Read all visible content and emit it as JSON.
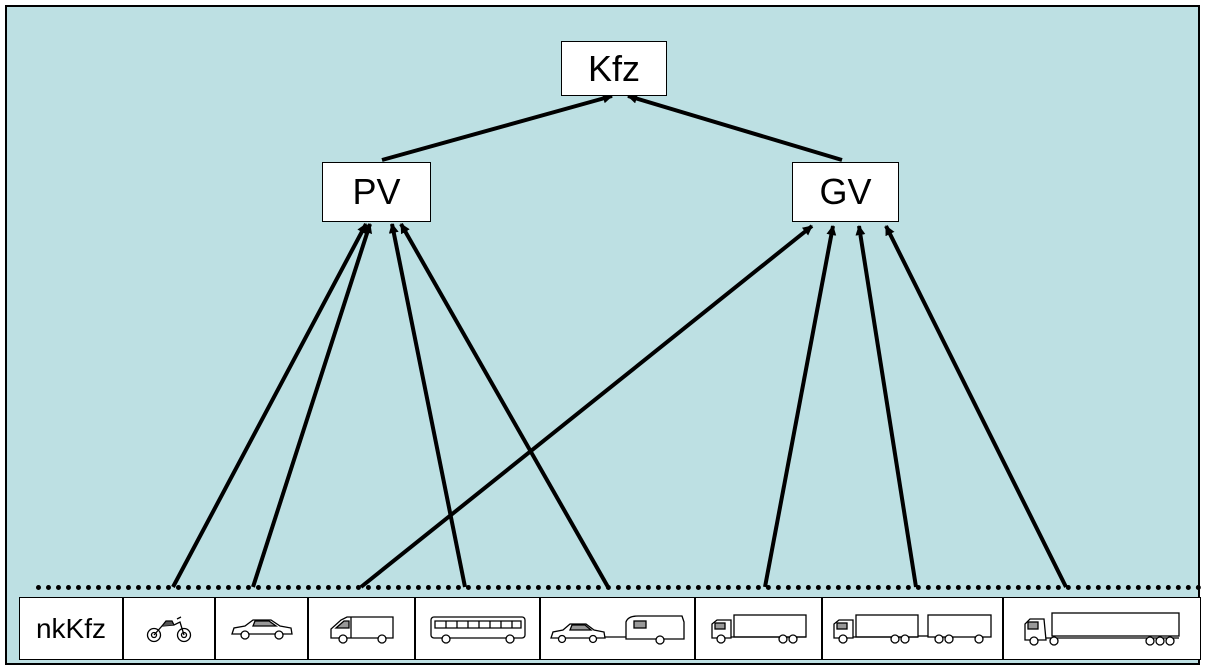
{
  "diagram": {
    "top_node": "Kfz",
    "mid_nodes": {
      "left": "PV",
      "right": "GV"
    },
    "bottom_first_cell": "nkKfz",
    "vehicle_cells": [
      {
        "icon": "motorcycle-icon",
        "parent": "PV"
      },
      {
        "icon": "car-icon",
        "parent": "PV"
      },
      {
        "icon": "van-icon",
        "parent": "GV"
      },
      {
        "icon": "bus-icon",
        "parent": "PV"
      },
      {
        "icon": "car-with-trailer-icon",
        "parent": "PV"
      },
      {
        "icon": "truck-icon",
        "parent": "GV"
      },
      {
        "icon": "truck-with-trailer-icon",
        "parent": "GV"
      },
      {
        "icon": "semi-trailer-truck-icon",
        "parent": "GV"
      }
    ],
    "colors": {
      "background": "#bde0e3",
      "box": "#ffffff",
      "line": "#000000"
    }
  }
}
